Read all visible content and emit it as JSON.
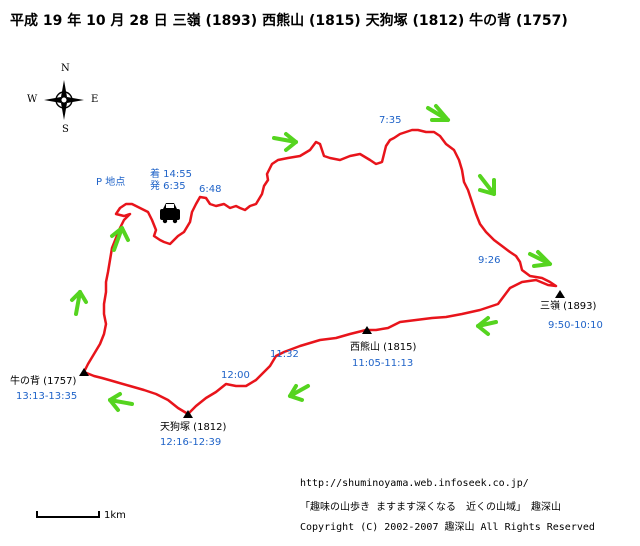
{
  "title": "平成 19 年 10 月 28 日 三嶺 (1893) 西熊山 (1815) 天狗塚 (1812) 牛の背 (1757)",
  "compass": {
    "north": "N",
    "south": "S",
    "east": "E",
    "west": "W"
  },
  "parking": {
    "label": "P 地点",
    "arrive": "着 14:55",
    "depart": "発 6:35"
  },
  "times": [
    "6:48",
    "7:35",
    "9:26",
    "11:32",
    "12:00"
  ],
  "peaks": [
    {
      "name": "三嶺 (1893)",
      "time": "9:50-10:10"
    },
    {
      "name": "西熊山 (1815)",
      "time": "11:05-11:13"
    },
    {
      "name": "天狗塚 (1812)",
      "time": "12:16-12:39"
    },
    {
      "name": "牛の背 (1757)",
      "time": "13:13-13:35"
    }
  ],
  "scale": {
    "label": "1km"
  },
  "credits": {
    "url": "http://shuminoyama.web.infoseek.co.jp/",
    "slogan": "「趣味の山歩き ますます深くなる　近くの山域」　趣深山",
    "copyright": "Copyright (C) 2002-2007 趣深山 All Rights Reserved"
  },
  "colors": {
    "route": "#e8141b",
    "arrow": "#55d41f",
    "time": "#1f63c8",
    "text": "#000000"
  },
  "icons": [
    "compass-rose-icon",
    "car-icon",
    "summit-triangle-icon",
    "direction-arrow-icon"
  ]
}
